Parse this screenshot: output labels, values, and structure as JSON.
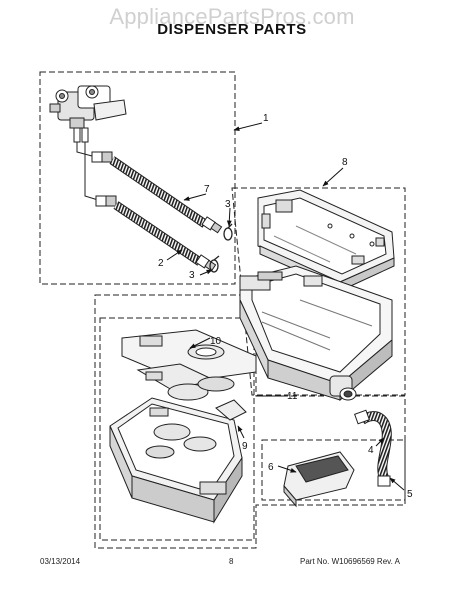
{
  "watermark": "AppliancePartsPros.com",
  "title": "DISPENSER PARTS",
  "footer": {
    "date": "03/13/2014",
    "page": "8",
    "part_no": "Part No. W10696569  Rev. A"
  },
  "callouts": [
    "1",
    "2",
    "3",
    "3",
    "4",
    "5",
    "6",
    "7",
    "8",
    "9",
    "10",
    "11"
  ],
  "colors": {
    "ink": "#1a1a1a",
    "watermark": "#d0d0d0"
  }
}
